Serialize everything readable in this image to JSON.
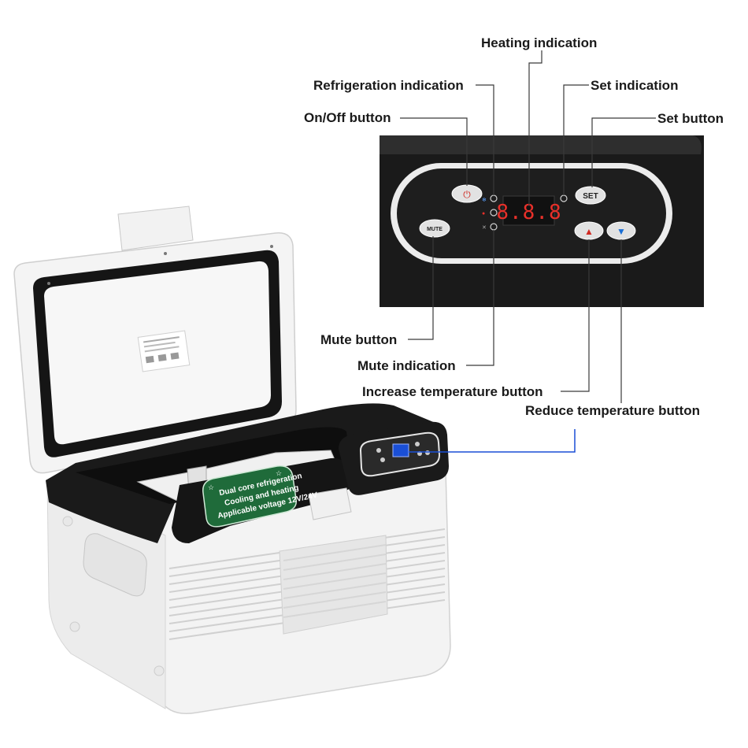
{
  "callouts": {
    "heating": "Heating indication",
    "refrigeration": "Refrigeration indication",
    "set_indication": "Set indication",
    "onoff": "On/Off button",
    "set_button": "Set button",
    "mute_button": "Mute button",
    "mute_indication": "Mute indication",
    "increase": "Increase temperature button",
    "reduce": "Reduce temperature button"
  },
  "panel": {
    "display": "8.8.8",
    "mute_label": "MUTE",
    "set_label": "SET",
    "power_glyph": "⏻",
    "up_glyph": "▲",
    "down_glyph": "▼"
  },
  "sticker": {
    "line1": "Dual core refrigeration",
    "line2": "Cooling and heating",
    "line3": "Applicable voltage 12V/24V"
  },
  "colors": {
    "panel_black": "#1c1c1c",
    "sticker_green": "#1f6b3a",
    "highlight_blue": "#1a4fd6",
    "display_red": "#e8302a"
  }
}
